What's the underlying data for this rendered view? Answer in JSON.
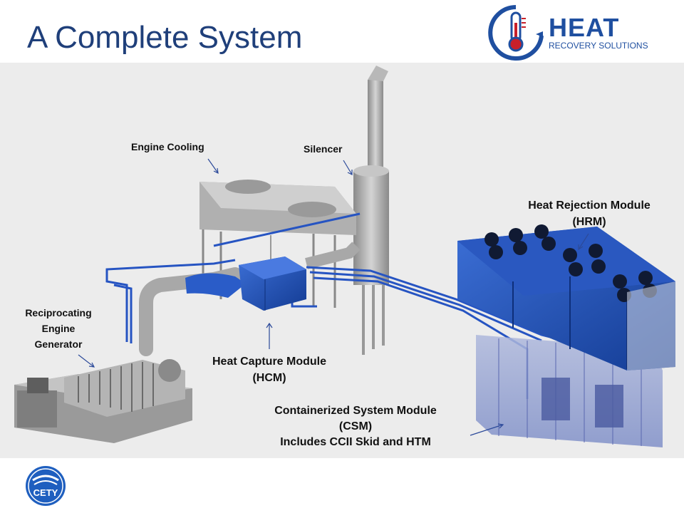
{
  "title": "A Complete System",
  "logo": {
    "heat": "HEAT",
    "sub": "RECOVERY SOLUTIONS",
    "icon": "thermometer-icon"
  },
  "labels": {
    "engine_cooling": "Engine Cooling",
    "silencer": "Silencer",
    "hrm": [
      "Heat Rejection Module",
      "(HRM)"
    ],
    "rec_engine": [
      "Reciprocating",
      "Engine",
      "Generator"
    ],
    "hcm": [
      "Heat Capture Module",
      "(HCM)"
    ],
    "csm": [
      "Containerized  System Module",
      "(CSM)",
      "Includes CCII Skid and HTM"
    ]
  },
  "footer_logo": {
    "text": "CETY",
    "icon": "cety-logo-icon"
  },
  "colors": {
    "title": "#1f3f7a",
    "brand_blue": "#1f4fa0",
    "module_blue": "#1f4fb0",
    "scene_bg": "#ececec"
  }
}
